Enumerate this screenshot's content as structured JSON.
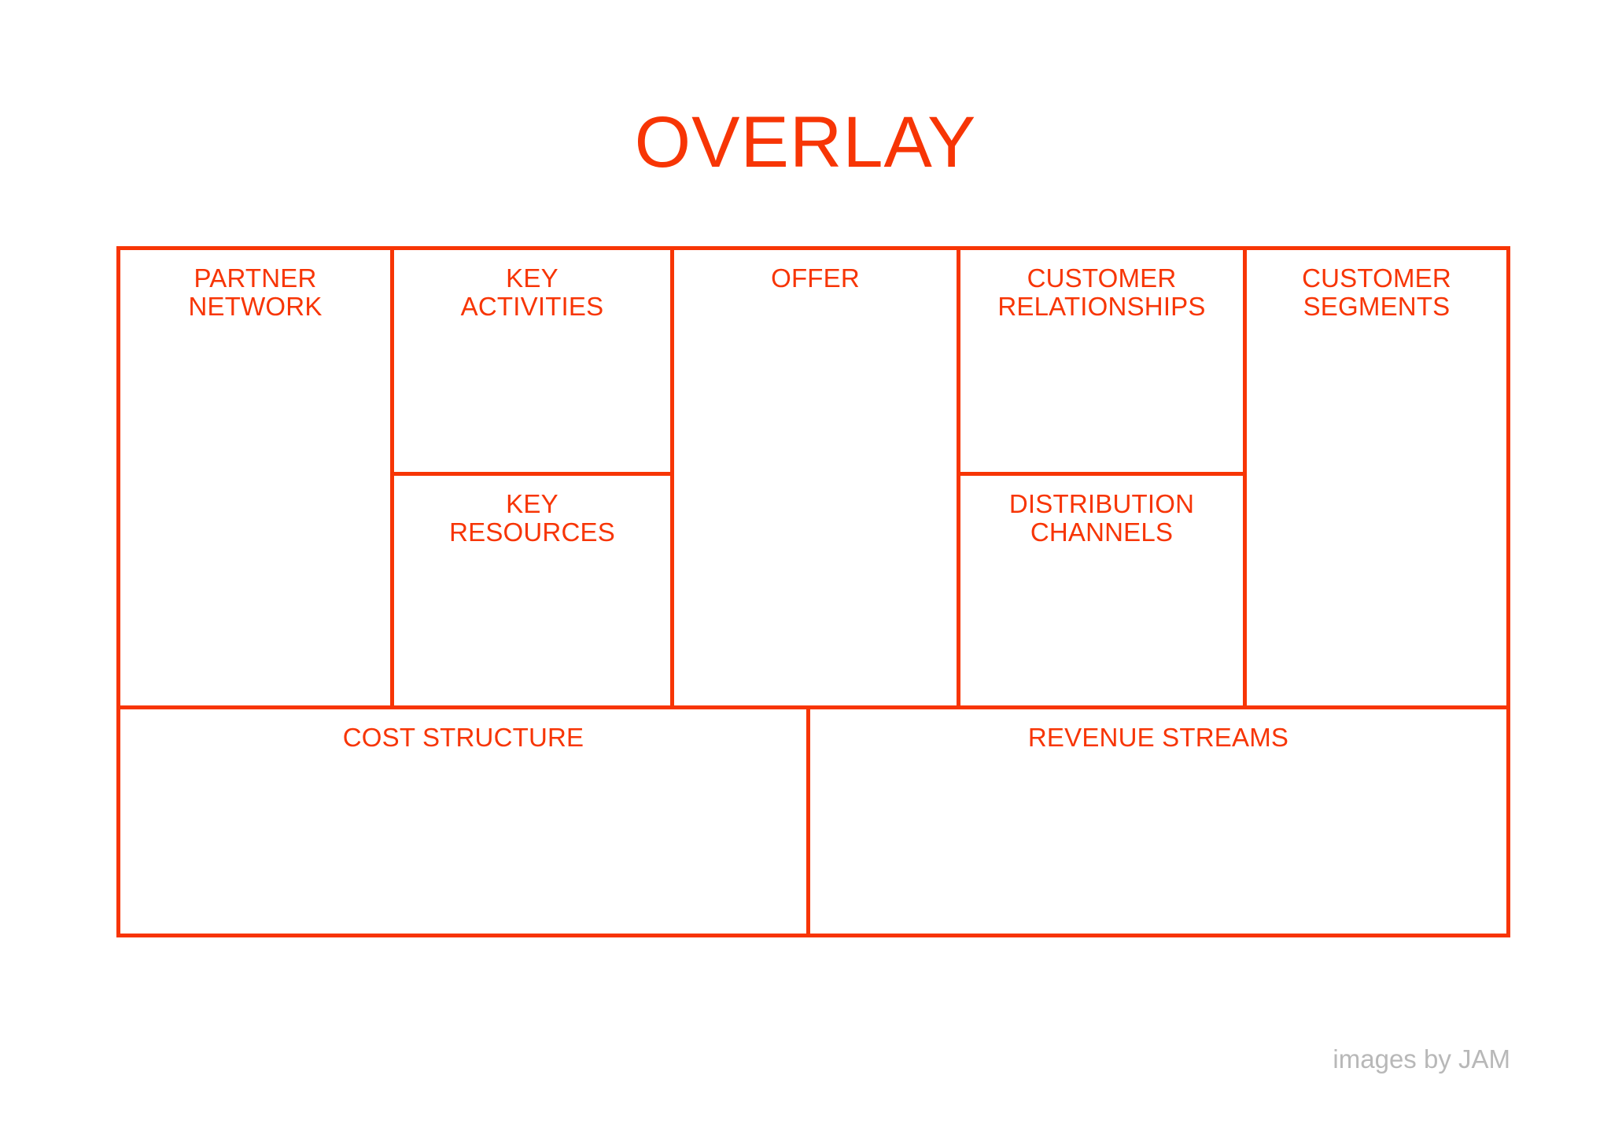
{
  "page": {
    "title": "OVERLAY",
    "background_color": "#ffffff",
    "accent_color": "#f73505",
    "credit": "images by JAM"
  },
  "canvas": {
    "type": "business-model-canvas",
    "blocks": [
      {
        "key": "partner-network",
        "label_line1": "PARTNER",
        "label_line2": "NETWORK",
        "column": 1,
        "span": "full-height",
        "content": ""
      },
      {
        "key": "key-activities",
        "label_line1": "KEY",
        "label_line2": "ACTIVITIES",
        "column": 2,
        "span": "top-half",
        "content": ""
      },
      {
        "key": "key-resources",
        "label_line1": "KEY",
        "label_line2": "RESOURCES",
        "column": 2,
        "span": "bottom-half",
        "content": ""
      },
      {
        "key": "offer",
        "label_line1": "OFFER",
        "label_line2": "",
        "column": 3,
        "span": "full-height",
        "content": ""
      },
      {
        "key": "customer-relationships",
        "label_line1": "CUSTOMER",
        "label_line2": "RELATIONSHIPS",
        "column": 4,
        "span": "top-half",
        "content": ""
      },
      {
        "key": "distribution-channels",
        "label_line1": "DISTRIBUTION",
        "label_line2": "CHANNELS",
        "column": 4,
        "span": "bottom-half",
        "content": ""
      },
      {
        "key": "customer-segments",
        "label_line1": "CUSTOMER",
        "label_line2": "SEGMENTS",
        "column": 5,
        "span": "full-height",
        "content": ""
      },
      {
        "key": "cost-structure",
        "label_line1": "COST STRUCTURE",
        "label_line2": "",
        "row": "bottom",
        "content": ""
      },
      {
        "key": "revenue-streams",
        "label_line1": "REVENUE STREAMS",
        "label_line2": "",
        "row": "bottom",
        "content": ""
      }
    ]
  }
}
